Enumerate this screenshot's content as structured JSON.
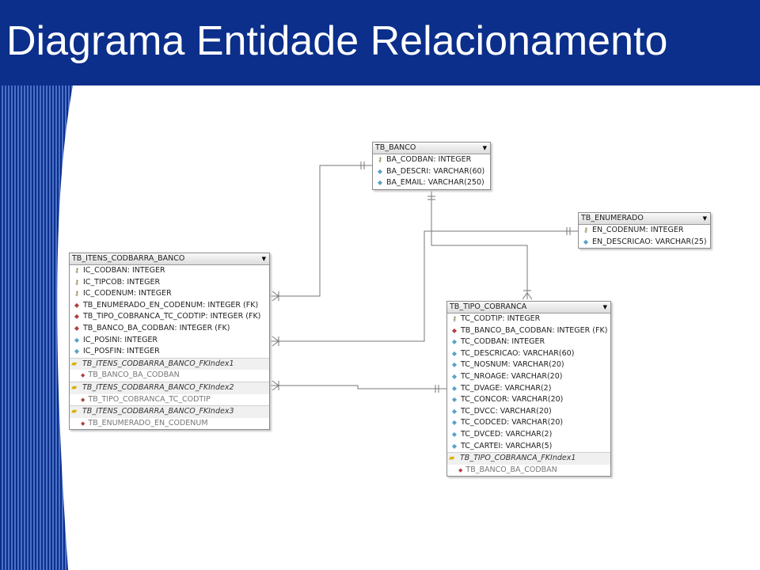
{
  "slide": {
    "title": "Diagrama Entidade Relacionamento",
    "header_color": "#0b2f8a"
  },
  "tables": {
    "banco": {
      "name": "TB_BANCO",
      "columns": [
        {
          "label": "BA_CODBAN: INTEGER",
          "kind": "key-icon"
        },
        {
          "label": "BA_DESCRI: VARCHAR(60)",
          "kind": "column-icon"
        },
        {
          "label": "BA_EMAIL: VARCHAR(250)",
          "kind": "column-icon"
        }
      ]
    },
    "enumerado": {
      "name": "TB_ENUMERADO",
      "columns": [
        {
          "label": "EN_CODENUM: INTEGER",
          "kind": "key-icon"
        },
        {
          "label": "EN_DESCRICAO: VARCHAR(25)",
          "kind": "column-icon"
        }
      ]
    },
    "itens": {
      "name": "TB_ITENS_CODBARRA_BANCO",
      "columns": [
        {
          "label": "IC_CODBAN: INTEGER",
          "kind": "key-icon"
        },
        {
          "label": "IC_TIPCOB: INTEGER",
          "kind": "key-icon"
        },
        {
          "label": "IC_CODENUM: INTEGER",
          "kind": "key-icon"
        },
        {
          "label": "TB_ENUMERADO_EN_CODENUM: INTEGER (FK)",
          "kind": "foreign-key-icon"
        },
        {
          "label": "TB_TIPO_COBRANCA_TC_CODTIP: INTEGER (FK)",
          "kind": "foreign-key-icon"
        },
        {
          "label": "TB_BANCO_BA_CODBAN: INTEGER (FK)",
          "kind": "foreign-key-icon"
        },
        {
          "label": "IC_POSINI: INTEGER",
          "kind": "column-icon"
        },
        {
          "label": "IC_POSFIN: INTEGER",
          "kind": "column-icon"
        }
      ],
      "indexes": [
        {
          "name": "TB_ITENS_CODBARRA_BANCO_FKIndex1",
          "column": "TB_BANCO_BA_CODBAN"
        },
        {
          "name": "TB_ITENS_CODBARRA_BANCO_FKIndex2",
          "column": "TB_TIPO_COBRANCA_TC_CODTIP"
        },
        {
          "name": "TB_ITENS_CODBARRA_BANCO_FKIndex3",
          "column": "TB_ENUMERADO_EN_CODENUM"
        }
      ]
    },
    "tipo": {
      "name": "TB_TIPO_COBRANCA",
      "columns": [
        {
          "label": "TC_CODTIP: INTEGER",
          "kind": "key-icon"
        },
        {
          "label": "TB_BANCO_BA_CODBAN: INTEGER (FK)",
          "kind": "foreign-key-icon"
        },
        {
          "label": "TC_CODBAN: INTEGER",
          "kind": "column-icon"
        },
        {
          "label": "TC_DESCRICAO: VARCHAR(60)",
          "kind": "column-icon"
        },
        {
          "label": "TC_NOSNUM: VARCHAR(20)",
          "kind": "column-icon"
        },
        {
          "label": "TC_NROAGE: VARCHAR(20)",
          "kind": "column-icon"
        },
        {
          "label": "TC_DVAGE: VARCHAR(2)",
          "kind": "column-icon"
        },
        {
          "label": "TC_CONCOR: VARCHAR(20)",
          "kind": "column-icon"
        },
        {
          "label": "TC_DVCC: VARCHAR(20)",
          "kind": "column-icon"
        },
        {
          "label": "TC_CODCED: VARCHAR(20)",
          "kind": "column-icon"
        },
        {
          "label": "TC_DVCED: VARCHAR(2)",
          "kind": "column-icon"
        },
        {
          "label": "TC_CARTEI: VARCHAR(5)",
          "kind": "column-icon"
        }
      ],
      "indexes": [
        {
          "name": "TB_TIPO_COBRANCA_FKIndex1",
          "column": "TB_BANCO_BA_CODBAN"
        }
      ]
    }
  }
}
